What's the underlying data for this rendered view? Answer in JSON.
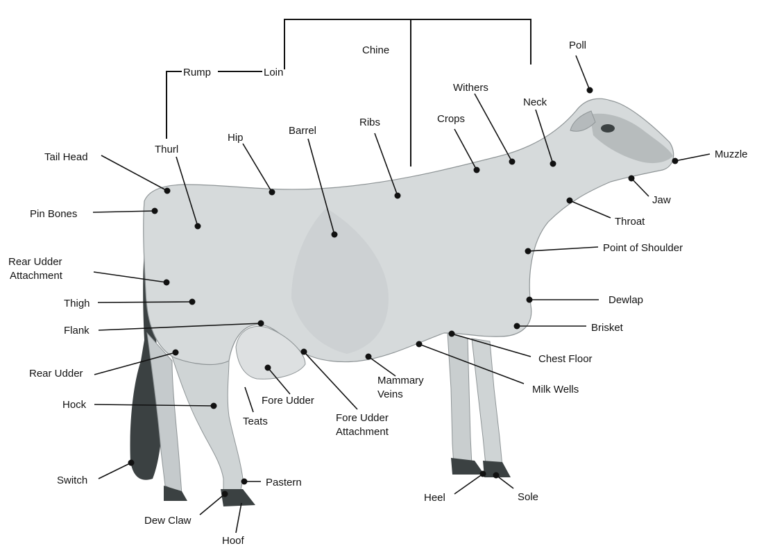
{
  "labels": {
    "chine": "Chine",
    "rump": "Rump",
    "loin": "Loin",
    "poll": "Poll",
    "withers": "Withers",
    "neck": "Neck",
    "crops": "Crops",
    "ribs": "Ribs",
    "barrel": "Barrel",
    "hip": "Hip",
    "thurl": "Thurl",
    "tail_head": "Tail Head",
    "muzzle": "Muzzle",
    "jaw": "Jaw",
    "pin_bones": "Pin Bones",
    "throat": "Throat",
    "point_of_shoulder": "Point of Shoulder",
    "rear_udder_attachment_1": "Rear Udder",
    "rear_udder_attachment_2": "Attachment",
    "thigh": "Thigh",
    "dewlap": "Dewlap",
    "brisket": "Brisket",
    "flank": "Flank",
    "chest_floor": "Chest Floor",
    "rear_udder": "Rear Udder",
    "mammary_veins_1": "Mammary",
    "mammary_veins_2": "Veins",
    "milk_wells": "Milk Wells",
    "hock": "Hock",
    "fore_udder": "Fore Udder",
    "teats": "Teats",
    "fore_udder_attachment_1": "Fore Udder",
    "fore_udder_attachment_2": "Attachment",
    "switch": "Switch",
    "pastern": "Pastern",
    "heel": "Heel",
    "sole": "Sole",
    "dew_claw": "Dew Claw",
    "hoof": "Hoof"
  },
  "colors": {
    "body": "#d6dadb",
    "shade": "#b9bfc1",
    "dark": "#3b4142",
    "line": "#111111"
  }
}
